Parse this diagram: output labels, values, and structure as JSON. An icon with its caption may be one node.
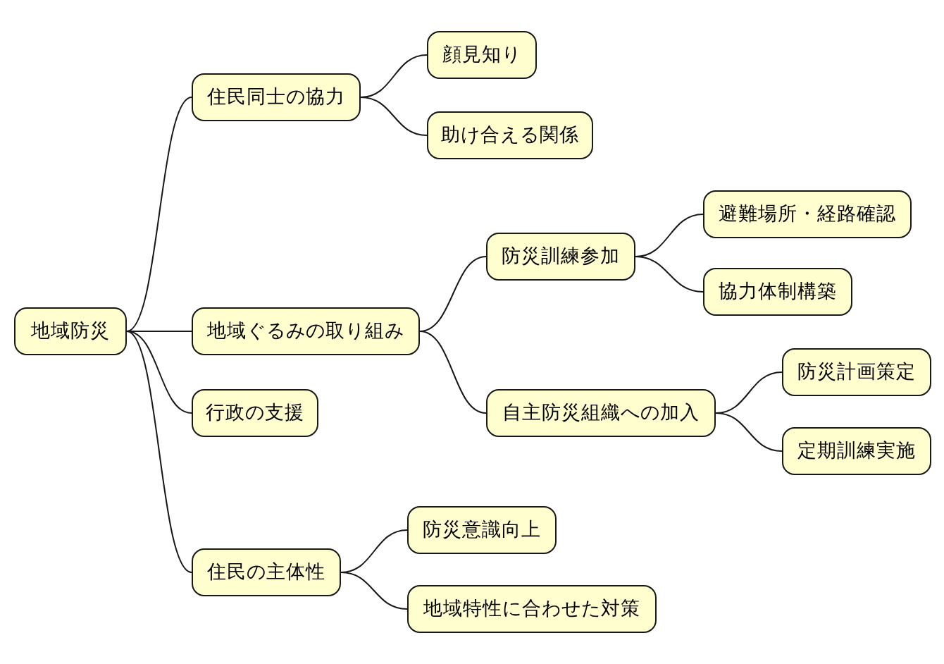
{
  "diagram": {
    "nodes": [
      {
        "text": [
          "地域防災"
        ]
      },
      {
        "text": [
          "住民同士の協力"
        ]
      },
      {
        "text": [
          "顔見知り"
        ]
      },
      {
        "text": [
          "助け合える関係"
        ]
      },
      {
        "text": [
          "地域ぐるみの取り組み"
        ]
      },
      {
        "text": [
          "防災訓練参加"
        ]
      },
      {
        "text": [
          "避難場所・経路確認"
        ]
      },
      {
        "text": [
          "協力体制構築"
        ]
      },
      {
        "text": [
          "自主防災組織への加入"
        ]
      },
      {
        "text": [
          "防災計画策定"
        ]
      },
      {
        "text": [
          "定期訓練実施"
        ]
      },
      {
        "text": [
          "行政の支援"
        ]
      },
      {
        "text": [
          "住民の主体性"
        ]
      },
      {
        "text": [
          "防災意識向上"
        ]
      },
      {
        "text": [
          "地域特性に合わせた対策"
        ]
      }
    ],
    "edges": [
      {
        "from": 0,
        "to": 1,
        "arrow": "none"
      },
      {
        "from": 1,
        "to": 2,
        "arrow": "none"
      },
      {
        "from": 1,
        "to": 3,
        "arrow": "none"
      },
      {
        "from": 0,
        "to": 4,
        "arrow": "none"
      },
      {
        "from": 4,
        "to": 5,
        "arrow": "none"
      },
      {
        "from": 5,
        "to": 6,
        "arrow": "none"
      },
      {
        "from": 5,
        "to": 7,
        "arrow": "none"
      },
      {
        "from": 4,
        "to": 8,
        "arrow": "none"
      },
      {
        "from": 8,
        "to": 9,
        "arrow": "none"
      },
      {
        "from": 8,
        "to": 10,
        "arrow": "none"
      },
      {
        "from": 0,
        "to": 11,
        "arrow": "none"
      },
      {
        "from": 0,
        "to": 12,
        "arrow": "none"
      },
      {
        "from": 12,
        "to": 13,
        "arrow": "none"
      },
      {
        "from": 12,
        "to": 14,
        "arrow": "none"
      }
    ]
  }
}
